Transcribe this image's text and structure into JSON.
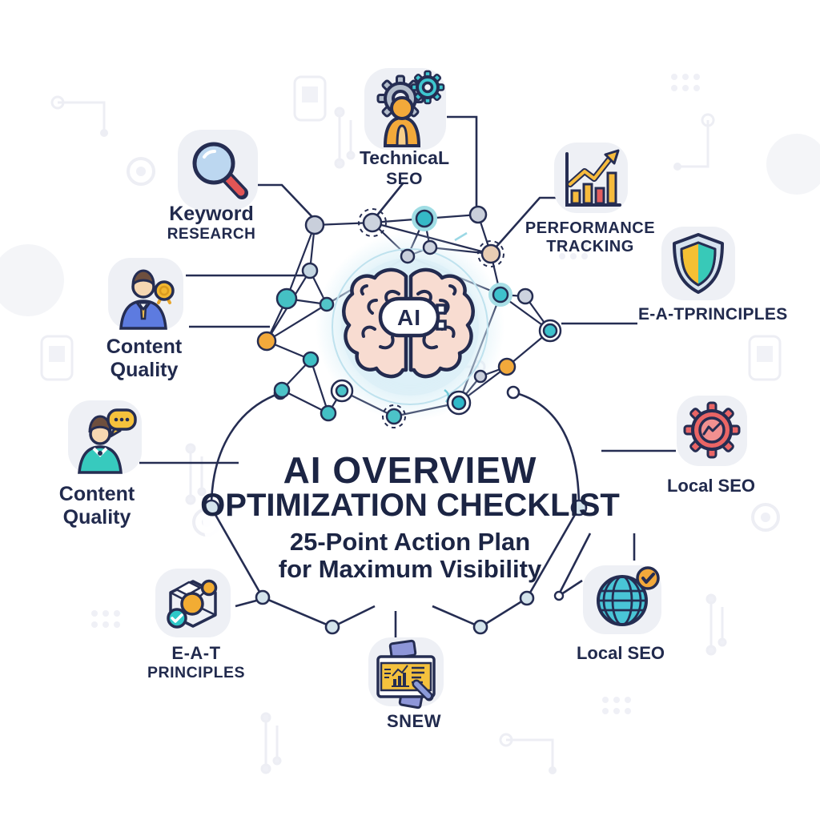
{
  "title": {
    "line1": "AI OVERVIEW",
    "line2": "OPTIMIZATION CHECKLIST",
    "subtitle_line1": "25-Point Action Plan",
    "subtitle_line2": "for Maximum Visibility"
  },
  "center": {
    "chip_label": "AI"
  },
  "items": {
    "technical_seo": {
      "label_line1": "TechnicaL",
      "label_line2": "SEO",
      "icon": "person-gears-icon"
    },
    "keyword_research": {
      "label_line1": "Keyword",
      "label_line2": "RESEARCH",
      "icon": "magnifier-icon"
    },
    "performance_tracking": {
      "label_line1": "PERFORMANCE",
      "label_line2": "TRACKING",
      "icon": "bar-chart-arrow-icon"
    },
    "eat_principles_right": {
      "label": "E-A-TPRINCIPLES",
      "icon": "shield-icon"
    },
    "content_quality_top": {
      "label_line1": "Content",
      "label_line2": "Quality",
      "icon": "person-badge-icon"
    },
    "content_quality_bottom": {
      "label_line1": "Content",
      "label_line2": "Quality",
      "icon": "person-chat-icon"
    },
    "local_seo_gear": {
      "label": "Local SEO",
      "icon": "gear-chart-icon"
    },
    "eat_principles_bottom": {
      "label_line1": "E-A-T",
      "label_line2": "PRINCIPLES",
      "icon": "network-check-icon"
    },
    "local_seo_globe": {
      "label": "Local SEO",
      "icon": "globe-check-icon"
    },
    "snew": {
      "label": "SNEW",
      "icon": "report-pen-icon"
    }
  },
  "colors": {
    "navy": "#252d52",
    "teal": "#3ec1cb",
    "yellow": "#f2ac33",
    "red": "#e85f5f",
    "blue": "#5d7be0",
    "brain_pink": "#f8dcd1",
    "glow_blue": "#d9eff7",
    "card_bg": "#eef0f5"
  }
}
